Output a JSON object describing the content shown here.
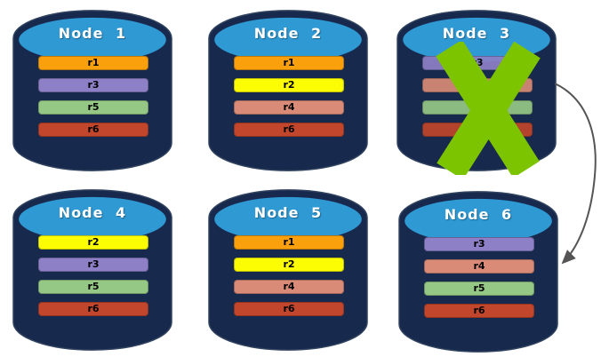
{
  "diagram": {
    "background": "#ffffff",
    "colors": {
      "background": "#ffffff",
      "cylinder_body": "#18294e",
      "cylinder_edge": "#31435f",
      "cylinder_top": "#2f99d4",
      "title_text": "#ffffff",
      "bar_text": "#000000",
      "failure_x": "#7dc400",
      "arrow": "#555555"
    },
    "replica_colors": {
      "r1": "#f9a00c",
      "r2": "#fcfc03",
      "r3": "#8d80c6",
      "r4": "#d98b77",
      "r5": "#95c885",
      "r6": "#c2462b"
    },
    "nodes": [
      {
        "label": "Node 1",
        "failed": false,
        "replicas": [
          "r1",
          "r3",
          "r5",
          "r6"
        ]
      },
      {
        "label": "Node 2",
        "failed": false,
        "replicas": [
          "r1",
          "r2",
          "r4",
          "r6"
        ]
      },
      {
        "label": "Node 3",
        "failed": true,
        "replicas": [
          "r3",
          "r4",
          "r5",
          "r6"
        ]
      },
      {
        "label": "Node 4",
        "failed": false,
        "replicas": [
          "r2",
          "r3",
          "r5",
          "r6"
        ]
      },
      {
        "label": "Node 5",
        "failed": false,
        "replicas": [
          "r1",
          "r2",
          "r4",
          "r6"
        ]
      },
      {
        "label": "Node 6",
        "failed": false,
        "replicas": [
          "r3",
          "r4",
          "r5",
          "r6"
        ]
      }
    ],
    "arrow_connection": {
      "from": "Node 3",
      "to": "Node 6"
    }
  }
}
